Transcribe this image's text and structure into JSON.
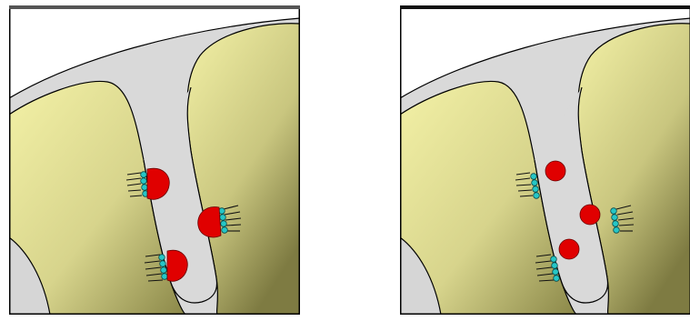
{
  "figure": {
    "panels": [
      {
        "id": "left",
        "droplets_docked": 3,
        "droplets_free": 0,
        "receptor_clusters": 3
      },
      {
        "id": "right",
        "droplets_docked": 0,
        "droplets_free": 3,
        "receptor_clusters": 3
      }
    ]
  },
  "colors": {
    "background": "#ffffff",
    "frame": "#000000",
    "cleft_fill": "#d9d9d9",
    "cell_light": "#f3f1a6",
    "cell_dark": "#8a8748",
    "droplet": "#e00000",
    "receptor_bead": "#26c6c6",
    "outline": "#000000"
  }
}
